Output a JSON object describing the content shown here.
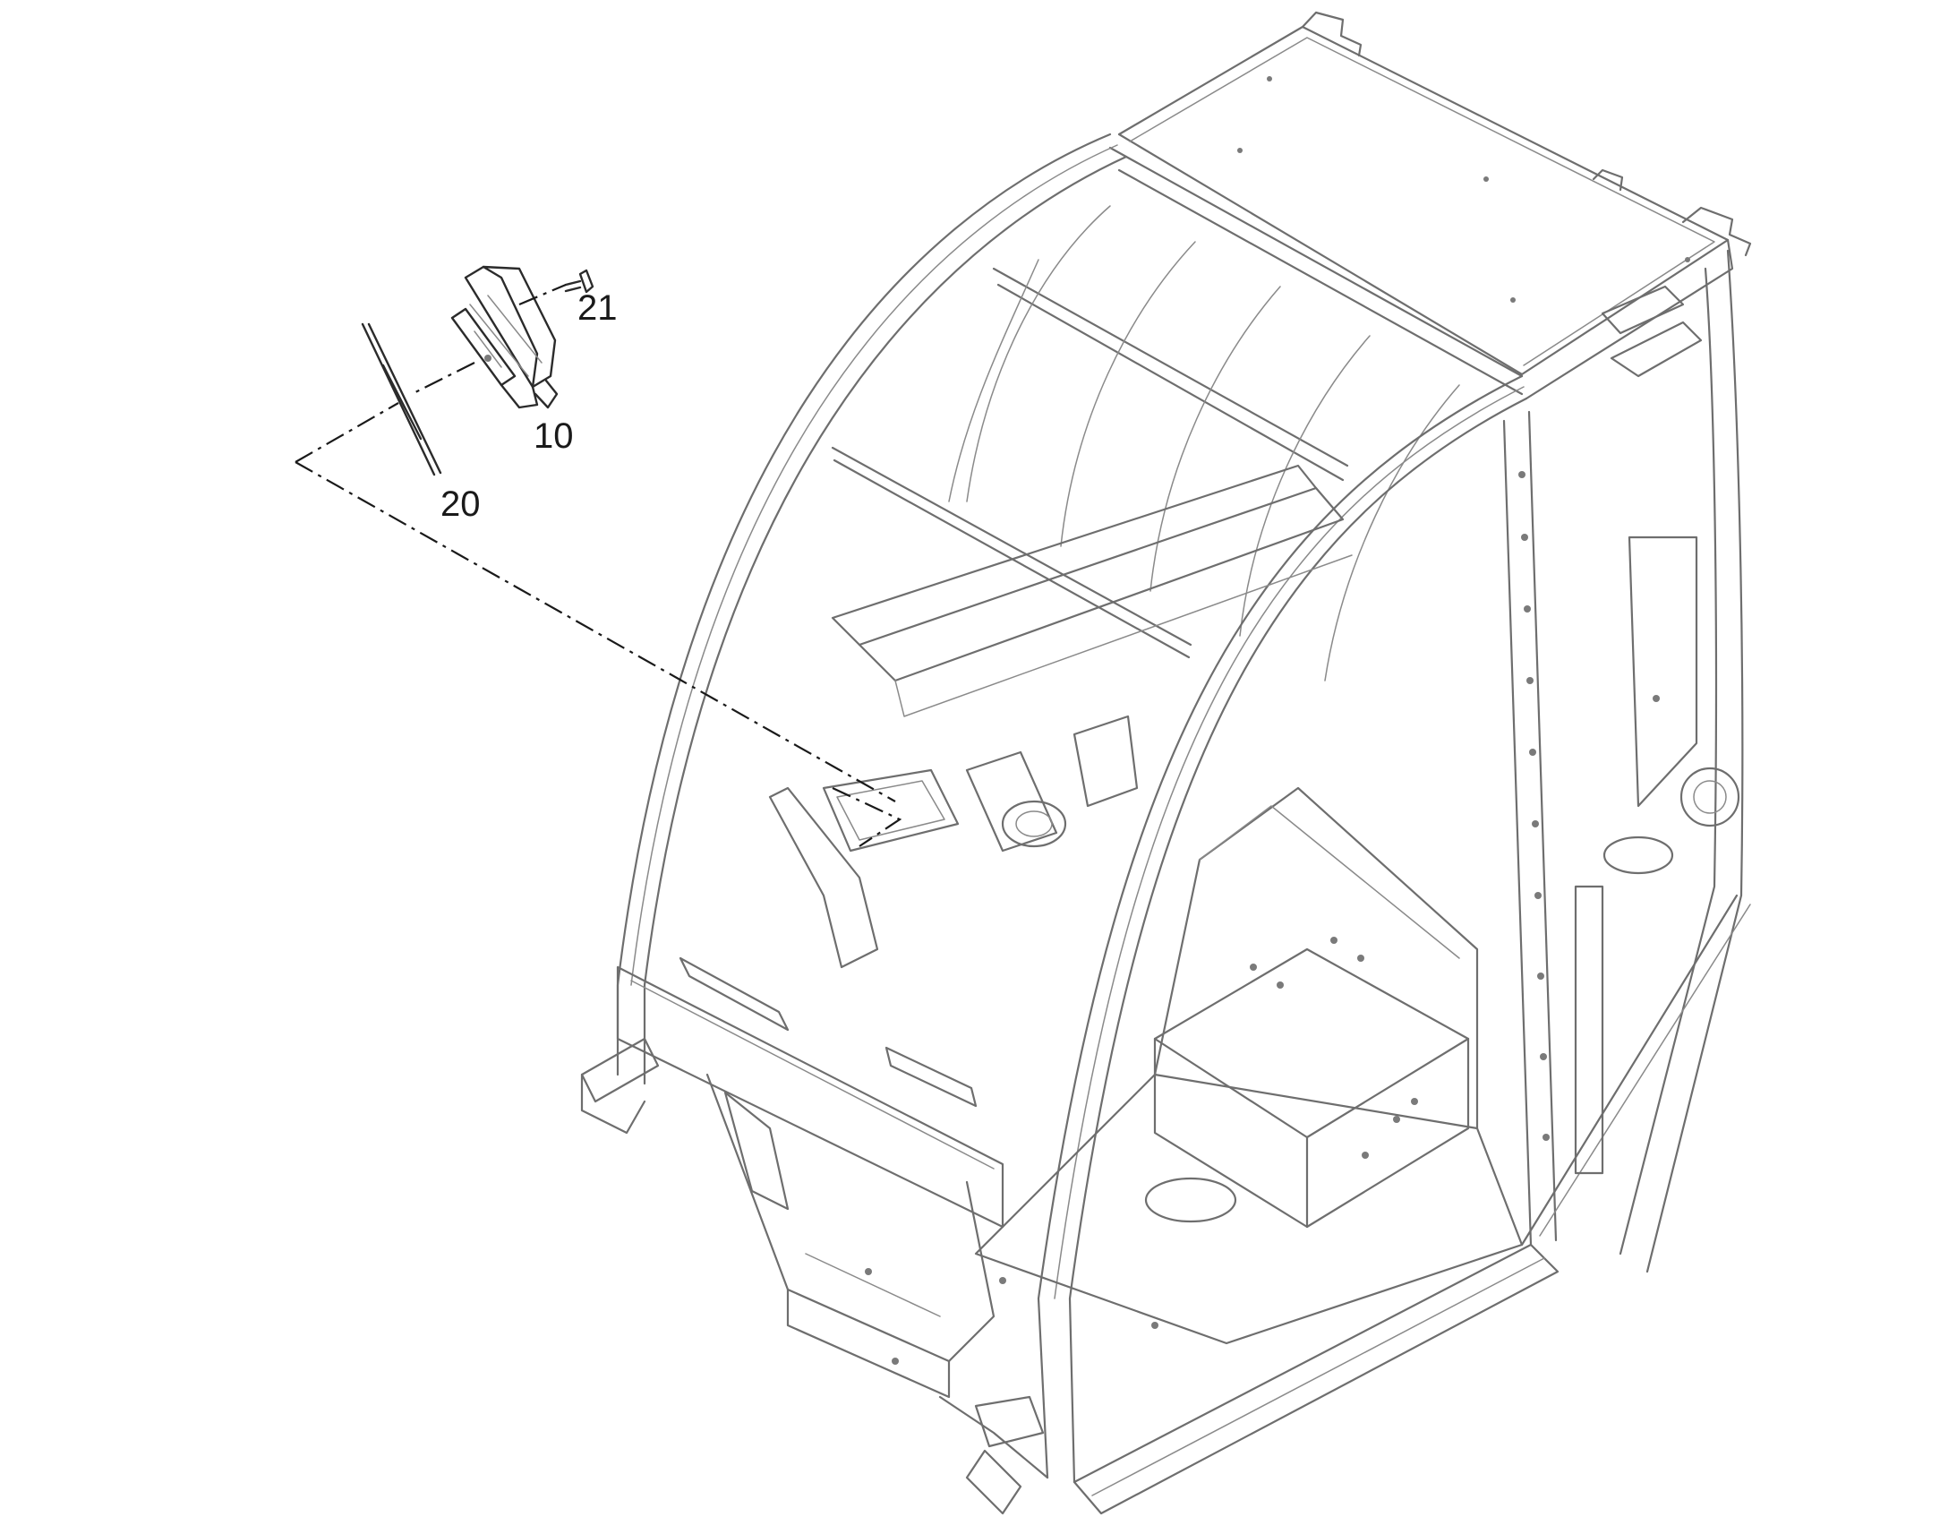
{
  "callouts": {
    "part_10": "10",
    "part_20": "20",
    "part_21": "21"
  },
  "colors": {
    "line": "#6e6e6e",
    "ink": "#1a1a1a",
    "background": "#ffffff"
  }
}
